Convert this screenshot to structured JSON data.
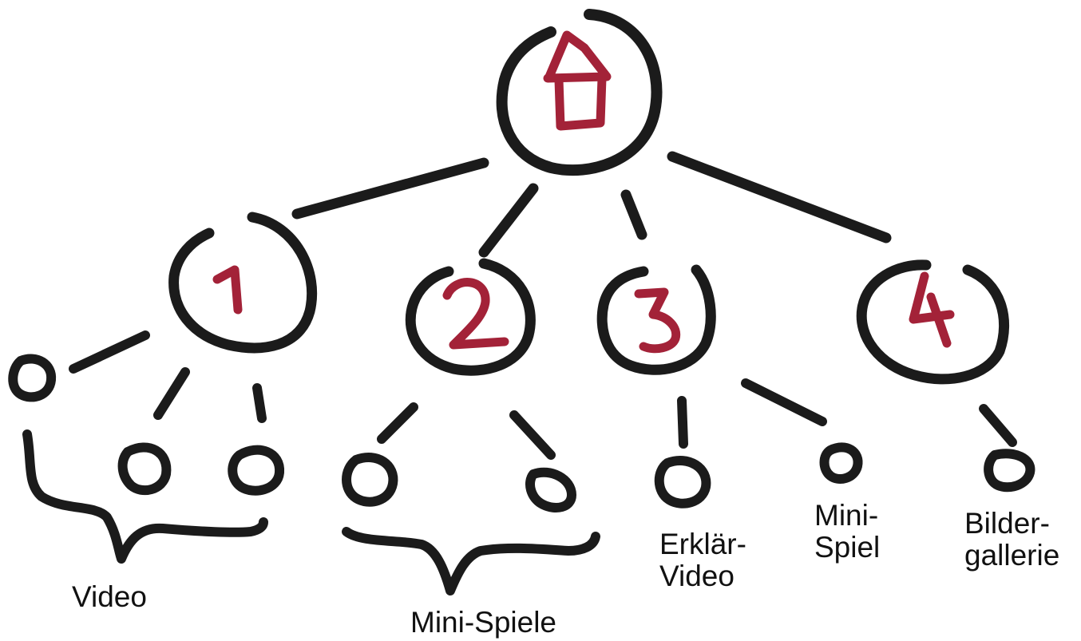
{
  "diagram": {
    "root": {
      "icon": "home-icon"
    },
    "sections": [
      {
        "number": "1"
      },
      {
        "number": "2"
      },
      {
        "number": "3"
      },
      {
        "number": "4"
      }
    ],
    "labels": {
      "video": "Video",
      "mini_spiele": "Mini-Spiele",
      "erklaer_video_line1": "Erklär-",
      "erklaer_video_line2": "Video",
      "mini_spiel_line1": "Mini-",
      "mini_spiel_line2": "Spiel",
      "bildergallerie_line1": "Bilder-",
      "bildergallerie_line2": "gallerie"
    },
    "colors": {
      "ink": "#1b1b1b",
      "accent": "#a32238"
    }
  }
}
